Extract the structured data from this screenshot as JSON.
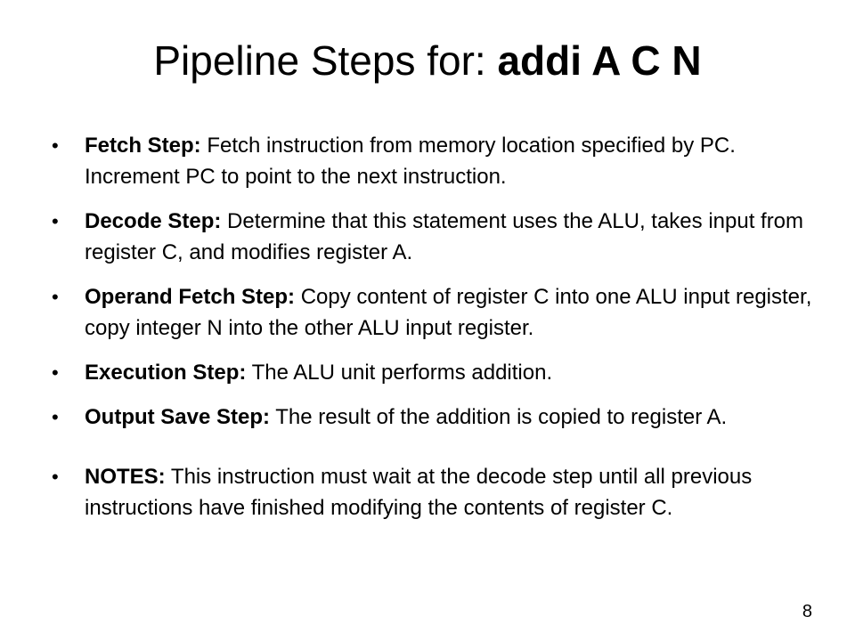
{
  "slide": {
    "title": {
      "prefix": "Pipeline Steps for: ",
      "instruction": "addi A C N"
    },
    "bullets": [
      {
        "term": "Fetch Step:",
        "text": " Fetch instruction from memory location specified by PC. Increment PC to point to the next instruction."
      },
      {
        "term": "Decode Step:",
        "text": " Determine that this statement uses the ALU, takes input from register C, and modifies register A."
      },
      {
        "term": "Operand Fetch Step:",
        "text": " Copy content of register C into one ALU input register, copy integer N into the other ALU input register."
      },
      {
        "term": "Execution Step:",
        "text": " The ALU unit performs addition."
      },
      {
        "term": "Output Save Step:",
        "text": " The result of the addition is copied to register A."
      },
      {
        "term": "NOTES:",
        "text": " This instruction must wait at the decode step until all previous instructions have finished modifying the contents of register C."
      }
    ],
    "bullet_glyph": "•",
    "page_number": "8"
  }
}
